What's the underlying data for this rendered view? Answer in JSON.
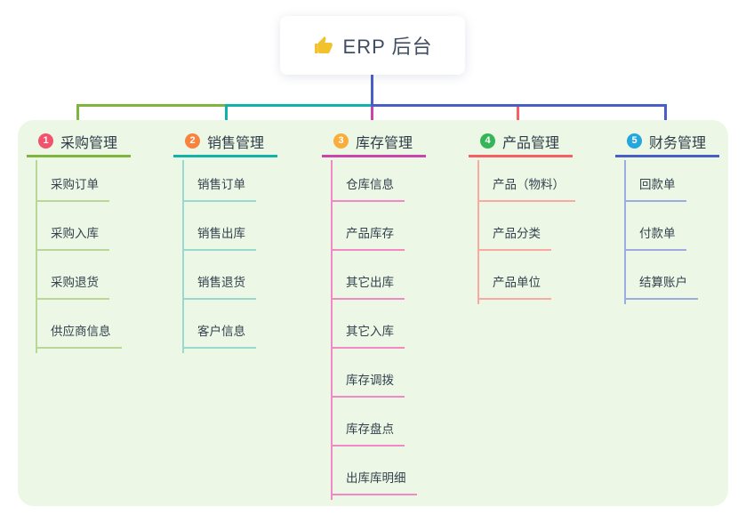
{
  "root": {
    "label": "ERP 后台",
    "icon": "thumbs-up-icon",
    "icon_color": "#f2c12e"
  },
  "branches": [
    {
      "index": "1",
      "label": "采购管理",
      "badge_color": "#f4516c",
      "color": "#7fb43f",
      "light_color": "#b9d896",
      "items": [
        "采购订单",
        "采购入库",
        "采购退货",
        "供应商信息"
      ]
    },
    {
      "index": "2",
      "label": "销售管理",
      "badge_color": "#f7833d",
      "color": "#10b2aa",
      "light_color": "#98d9d0",
      "items": [
        "销售订单",
        "销售出库",
        "销售退货",
        "客户信息"
      ]
    },
    {
      "index": "3",
      "label": "库存管理",
      "badge_color": "#f9ae3b",
      "color": "#c945ab",
      "light_color": "#f08ac4",
      "items": [
        "仓库信息",
        "产品库存",
        "其它出库",
        "其它入库",
        "库存调拨",
        "库存盘点",
        "出库库明细"
      ]
    },
    {
      "index": "4",
      "label": "产品管理",
      "badge_color": "#36b558",
      "color": "#f75f62",
      "light_color": "#f9a8a2",
      "items": [
        "产品（物料）",
        "产品分类",
        "产品单位"
      ]
    },
    {
      "index": "5",
      "label": "财务管理",
      "badge_color": "#25a6dc",
      "color": "#4a5ec8",
      "light_color": "#9aace2",
      "items": [
        "回款单",
        "付款单",
        "结算账户"
      ]
    }
  ],
  "colors": {
    "panel_bg": "#ecf7e6",
    "page_bg": "#ffffff",
    "card_bg": "#ffffff"
  }
}
